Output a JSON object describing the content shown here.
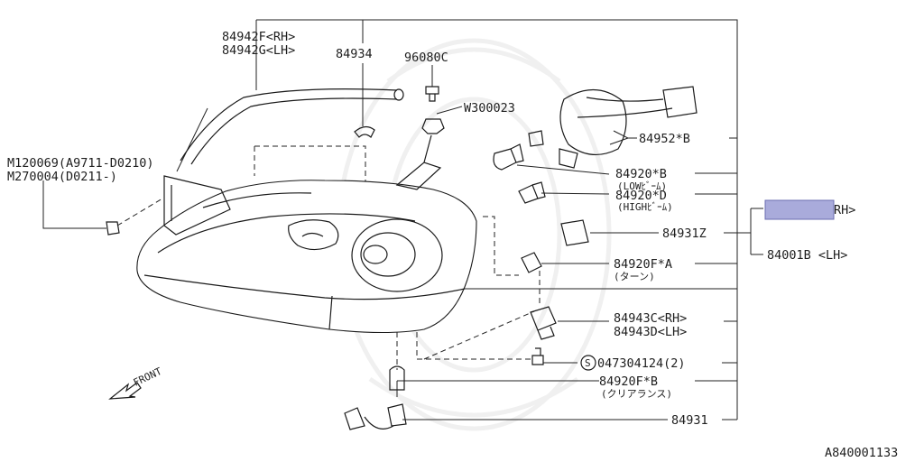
{
  "diagram": {
    "figure_id": "A840001133",
    "labels": {
      "p84942": "84942F<RH>",
      "p84942_lh": "84942G<LH>",
      "p84934": "84934",
      "p96080": "96080C",
      "w300023": "W300023",
      "m120069": "M120069(A9711-D0210)",
      "m270004": "M270004(D0211-)",
      "p84952": "84952*B",
      "p84920b": "84920*B",
      "p84920b_sub": "(LOWﾋﾞｰﾑ)",
      "p84920d": "84920*D",
      "p84920d_sub": "(HIGHﾋﾞｰﾑ)",
      "p84931z": "84931Z",
      "rh_suffix": "RH>",
      "p84001": "84001B <LH>",
      "p84920fa": "84920F*A",
      "p84920fa_sub": "(ターン)",
      "p84943c": "84943C<RH>",
      "p84943d": "84943D<LH>",
      "s_circle": "S",
      "p047304": "047304124(2)",
      "p84920fb": "84920F*B",
      "p84920fb_sub": "(クリアランス)",
      "p84931": "84931",
      "front": "FRONT"
    },
    "icons": {
      "front_arrow": "front-arrow-icon",
      "highlight": "highlighted-part-number-box"
    },
    "highlight_color": "#a9abdb"
  }
}
